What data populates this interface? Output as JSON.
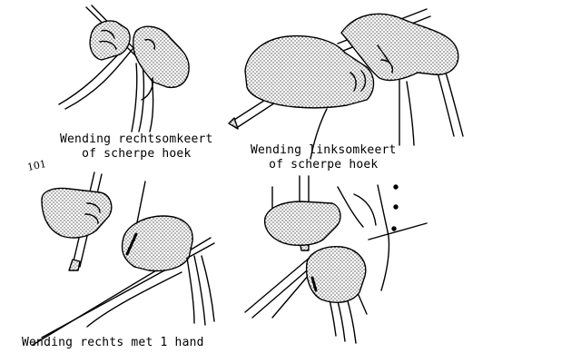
{
  "colors": {
    "ink": "#000000",
    "paper": "#ffffff"
  },
  "captions": {
    "top_left": {
      "line1": "Wending rechtsomkeert",
      "line2": "of scherpe hoek"
    },
    "top_right": {
      "line1": "Wending linksomkeert",
      "line2": "of scherpe hoek"
    },
    "bottom_left": "Wending rechts met 1 hand"
  },
  "handwritten_mark": "101",
  "illustrations": [
    {
      "name": "hand-turning-right-sharp",
      "icon": "gloved-hand-on-rein"
    },
    {
      "name": "hand-turning-left-sharp",
      "icon": "gloved-hand-on-rein"
    },
    {
      "name": "hand-turning-right-one-hand",
      "icon": "gloved-hand-with-whip"
    },
    {
      "name": "two-hands-reins-and-whip",
      "icon": "gloved-hands-with-whip"
    }
  ]
}
